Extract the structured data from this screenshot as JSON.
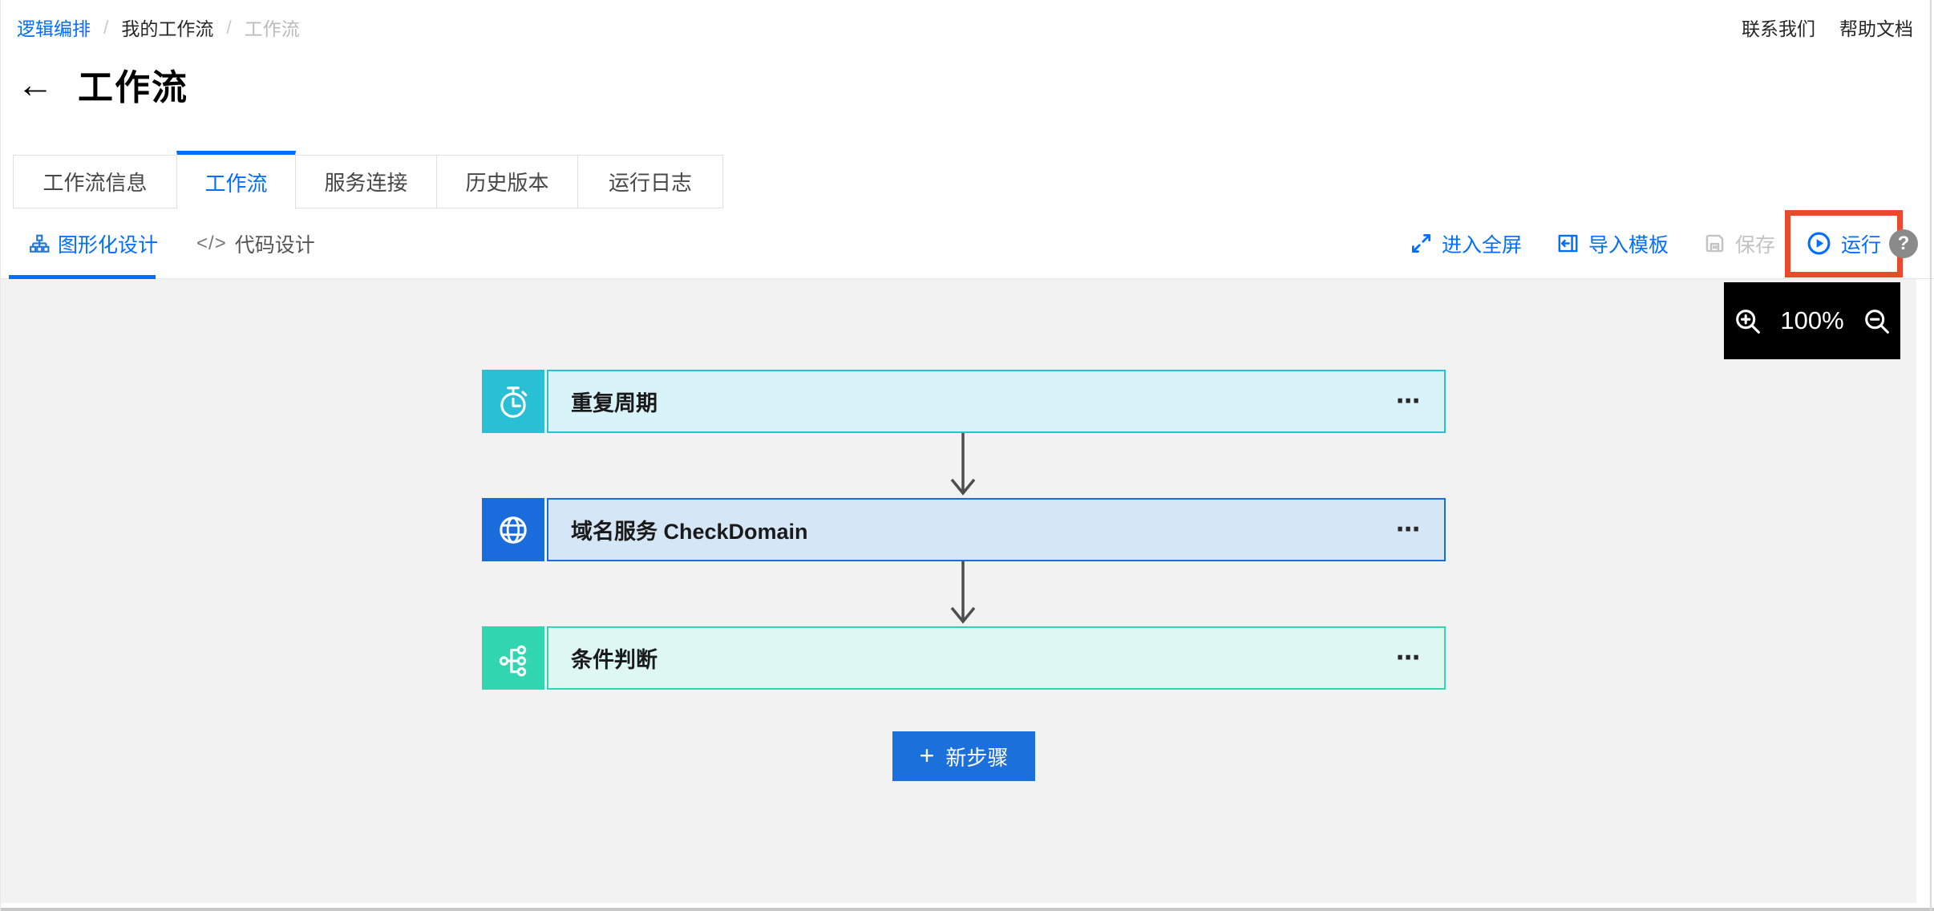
{
  "breadcrumb": {
    "separator": "/",
    "items": [
      {
        "label": "逻辑编排"
      },
      {
        "label": "我的工作流"
      },
      {
        "label": "工作流"
      }
    ]
  },
  "top_links": {
    "contact": "联系我们",
    "help_doc": "帮助文档"
  },
  "page": {
    "title": "工作流"
  },
  "icons": {
    "back": "←",
    "code": "</>",
    "more": "⋯",
    "plus": "+",
    "help": "?"
  },
  "tabs": {
    "items": [
      {
        "label": "工作流信息",
        "active": false
      },
      {
        "label": "工作流",
        "active": true
      },
      {
        "label": "服务连接",
        "active": false
      },
      {
        "label": "历史版本",
        "active": false
      },
      {
        "label": "运行日志",
        "active": false
      }
    ]
  },
  "designer": {
    "graphic_tab": "图形化设计",
    "code_tab": "代码设计",
    "fullscreen": "进入全屏",
    "import_template": "导入模板",
    "save": "保存",
    "run": "运行"
  },
  "canvas": {
    "zoom_level": "100%"
  },
  "workflow": {
    "nodes": [
      {
        "title": "重复周期",
        "icon": "timer-icon"
      },
      {
        "title": "域名服务 CheckDomain",
        "icon": "globe-icon"
      },
      {
        "title": "条件判断",
        "icon": "branch-icon"
      }
    ],
    "add_step": "新步骤"
  },
  "colors": {
    "primary": "#006eff",
    "run_highlight": "#e84b2c",
    "canvas_bg": "#f2f2f2",
    "node1_accent": "#29bfd4",
    "node1_bg": "#d8f4f9",
    "node2_accent": "#1a6bdc",
    "node2_bg": "#d5e6f7",
    "node3_accent": "#31d5af",
    "node3_bg": "#def8f1",
    "button_bg": "#1b70dc",
    "arrow": "#4d4d4d",
    "disabled": "#c3c3c3"
  }
}
